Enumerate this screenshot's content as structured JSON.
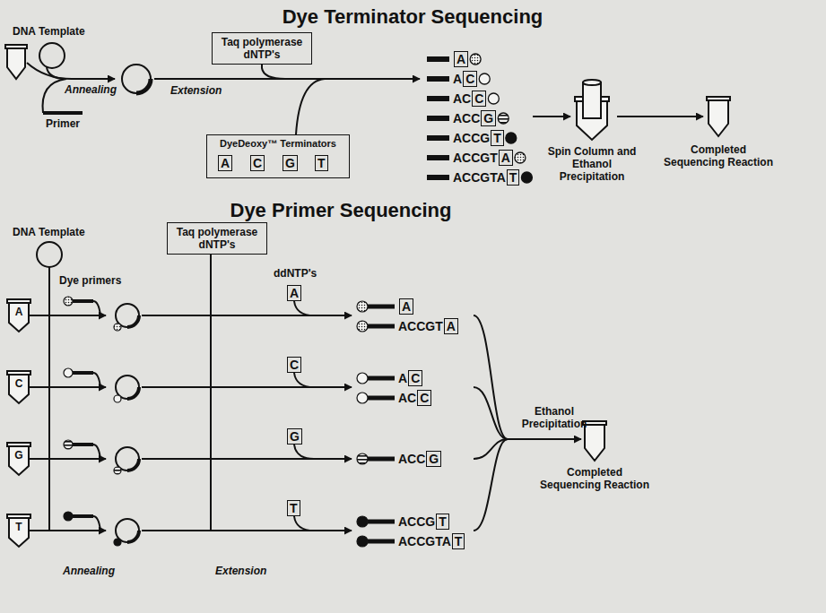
{
  "diagram": {
    "title": "Dye Terminator Sequencing",
    "nodes": [
      {
        "text": [
          "Taq polymerase dNTP's"
        ]
      },
      {
        "text": [
          "DyeDeoxy™ Terminators"
        ]
      },
      {
        "text": [
          "A"
        ],
        "in": 1
      },
      {
        "text": [
          "C"
        ],
        "in": 1
      },
      {
        "text": [
          "G"
        ],
        "in": 1
      },
      {
        "text": [
          "T"
        ],
        "in": 1
      },
      {
        "text": [
          "A"
        ]
      },
      {
        "text": [
          "C"
        ]
      },
      {
        "text": [
          "C"
        ]
      },
      {
        "text": [
          "G"
        ]
      },
      {
        "text": [
          "T"
        ]
      },
      {
        "text": [
          "A"
        ]
      },
      {
        "text": [
          "T"
        ]
      },
      {
        "text": [
          "Taq polymerase dNTP's"
        ]
      },
      {
        "text": [
          "A"
        ]
      },
      {
        "text": [
          "C"
        ]
      },
      {
        "text": [
          "G"
        ]
      },
      {
        "text": [
          "T"
        ]
      },
      {
        "text": [
          "A"
        ]
      },
      {
        "text": [
          "A"
        ]
      },
      {
        "text": [
          "C"
        ]
      },
      {
        "text": [
          "C"
        ]
      },
      {
        "text": [
          "G"
        ]
      },
      {
        "text": [
          "T"
        ]
      },
      {
        "text": [
          "T"
        ]
      }
    ],
    "labels": [
      "DNA Template",
      "Annealing",
      "Primer",
      "Extension",
      "A",
      "AC",
      "ACC",
      "ACCG",
      "ACCGT",
      "ACCGTA",
      "Spin Column and Ethanol Precipitation",
      "Completed Sequencing Reaction",
      "Dye Primer Sequencing",
      "DNA Template",
      "Dye primers",
      "ddNTP's",
      "A",
      "C",
      "G",
      "T",
      "ACCGT",
      "A",
      "AC",
      "ACC",
      "ACCG",
      "ACCGTA",
      "Ethanol Precipitation",
      "Completed Sequencing Reaction",
      "Annealing",
      "Extension"
    ]
  }
}
